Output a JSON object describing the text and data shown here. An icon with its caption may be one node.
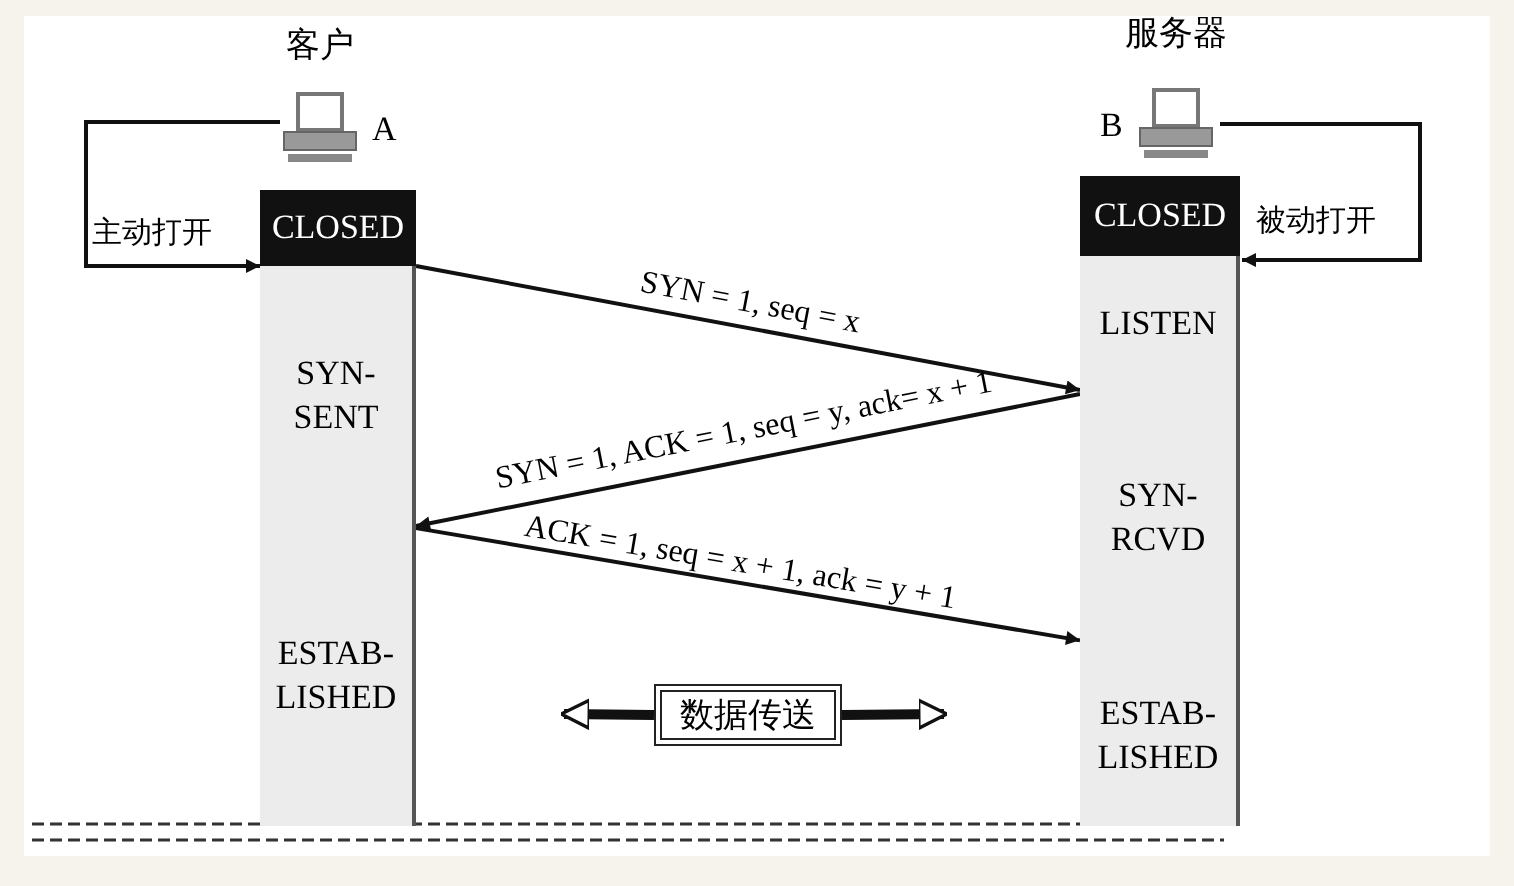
{
  "diagram": {
    "nodes": [
      {
        "text": [
          "客户"
        ],
        "beside": [
          "A"
        ]
      },
      {
        "text": [
          "CLOSED"
        ]
      },
      {
        "text": [
          "SYN- SENT"
        ]
      },
      {
        "text": [
          "ESTAB- LISHED"
        ]
      },
      {
        "text": [
          "服务器"
        ],
        "beside": [
          "B"
        ]
      },
      {
        "text": [
          "CLOSED"
        ]
      },
      {
        "text": [
          "LISTEN"
        ]
      },
      {
        "text": [
          "SYN- RCVD"
        ]
      },
      {
        "text": [
          "ESTAB- LISHED"
        ]
      },
      {
        "text": [
          "数据传送"
        ]
      }
    ],
    "edges": [
      {
        "from": 0,
        "to": 2,
        "arrow": "to",
        "label": "主动打开"
      },
      {
        "from": 4,
        "to": 6,
        "arrow": "to",
        "label": "被动打开"
      },
      {
        "from": 1,
        "to": 6,
        "arrow": "to",
        "label": "SYN = 1, seq = x"
      },
      {
        "from": 7,
        "to": 2,
        "arrow": "to",
        "label": "SYN = 1, ACK = 1, seq = y, ack= x + 1"
      },
      {
        "from": 3,
        "to": 8,
        "arrow": "to",
        "label": "ACK = 1, seq = x + 1, ack = y + 1"
      },
      {
        "from": 9,
        "to": null,
        "arrow": "to",
        "style": "thick"
      },
      {
        "from": 9,
        "to": null,
        "arrow": "to",
        "style": "thick"
      }
    ]
  }
}
